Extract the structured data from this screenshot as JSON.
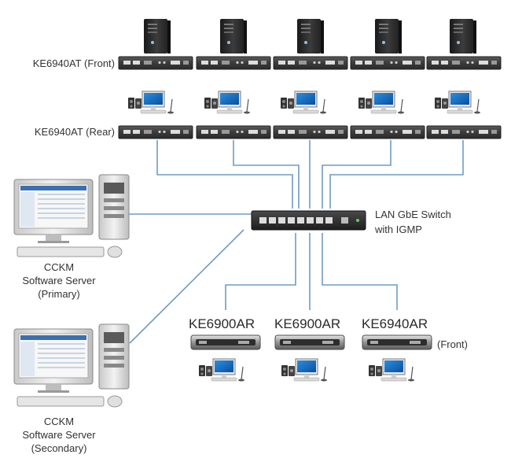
{
  "labels": {
    "front_row": "KE6940AT (Front)",
    "rear_row": "KE6940AT (Rear)",
    "switch": [
      "LAN GbE Switch",
      "with IGMP"
    ],
    "server_primary": [
      "CCKM",
      "Software Server",
      "(Primary)"
    ],
    "server_secondary": [
      "CCKM",
      "Software Server",
      "(Secondary)"
    ],
    "receivers": [
      "KE6900AR",
      "KE6900AR",
      "KE6940AR"
    ],
    "receiver_front_note": "(Front)"
  },
  "icons": {
    "tower": "tower-pc-icon",
    "kvm_extender": "kvm-extender-icon",
    "workstation": "user-workstation-icon",
    "switch": "network-switch-icon",
    "server": "server-computer-icon",
    "receiver": "kvm-receiver-icon"
  },
  "colors": {
    "wire": "#6f9bc4",
    "device_dark": "#3a3a3a",
    "text": "#333333"
  }
}
